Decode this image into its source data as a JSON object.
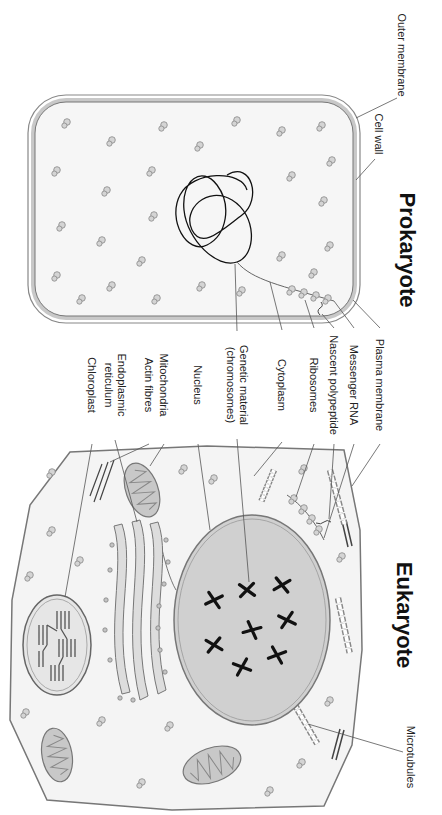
{
  "diagram": {
    "labels": [
      "Prokaryote",
      "Eukaryote",
      "Outer membrane",
      "Cell wall",
      "Plasma membrane",
      "Messenger RNA",
      "Nascent polypeptide",
      "Ribosomes",
      "Cytoplasm",
      "Genetic material (chromosomes)",
      "Nucleus",
      "Mitochondria",
      "Actin fibres",
      "Endoplasmic reticulum",
      "Chloroplast",
      "Microtubules"
    ]
  }
}
